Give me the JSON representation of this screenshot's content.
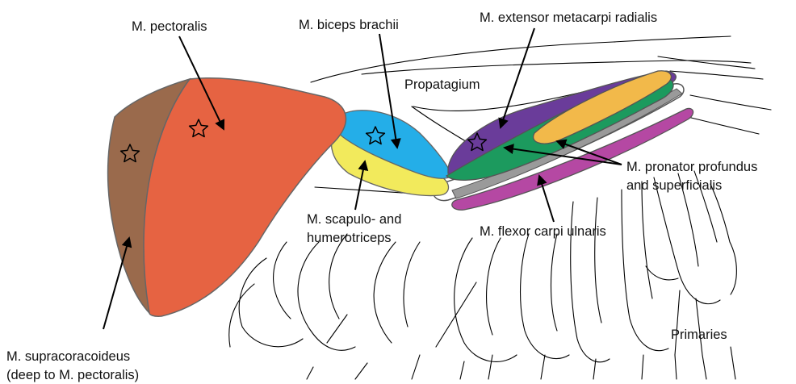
{
  "figure": {
    "labels": {
      "pectoralis": "M. pectoralis",
      "biceps_brachii": "M. biceps brachii",
      "extensor_metacarpi": "M. extensor metacarpi radialis",
      "propatagium": "Propatagium",
      "pronator_line1": "M. pronator profundus",
      "pronator_line2": "and superficialis",
      "triceps_line1": "M. scapulo- and",
      "triceps_line2": "humerotriceps",
      "flexor_carpi": "M. flexor carpi ulnaris",
      "primaries": "Primaries",
      "supracoracoideus_line1": "M. supracoracoideus",
      "supracoracoideus_line2": "(deep to M. pectoralis)"
    }
  },
  "colors": {
    "pectoralis": "#e66342",
    "supracoracoideus": "#9a6a4c",
    "biceps": "#24aee8",
    "triceps": "#f2ea5c",
    "extensor": "#6a3c9a",
    "pronator": "#1c9a5e",
    "flexor_orange": "#f2b94a",
    "flexor_carpi": "#b548a3",
    "bone": "#9a9a9a",
    "outline": "#555555",
    "ink": "#111111"
  }
}
